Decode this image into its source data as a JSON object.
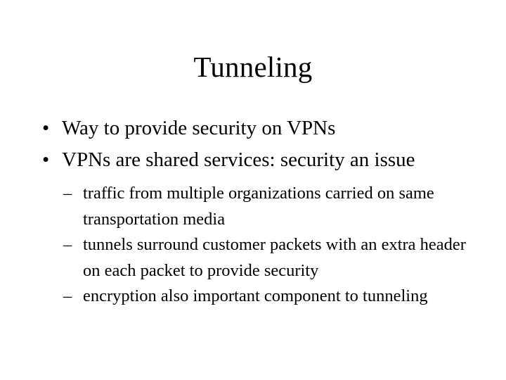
{
  "slide": {
    "title": "Tunneling",
    "background_color": "#ffffff",
    "text_color": "#000000",
    "bullets": [
      {
        "marker": "•",
        "text": "Way to provide security on VPNs",
        "level": 1
      },
      {
        "marker": "•",
        "text": "VPNs are shared services: security an issue",
        "level": 1
      }
    ],
    "sub_bullets": [
      {
        "marker": "–",
        "text": "traffic from multiple organizations carried on same transportation media",
        "level": 2
      },
      {
        "marker": "–",
        "text": "tunnels surround customer packets with an extra header on each packet to provide security",
        "level": 2
      },
      {
        "marker": "–",
        "text": "encryption also important component to tunneling",
        "level": 2
      }
    ]
  }
}
